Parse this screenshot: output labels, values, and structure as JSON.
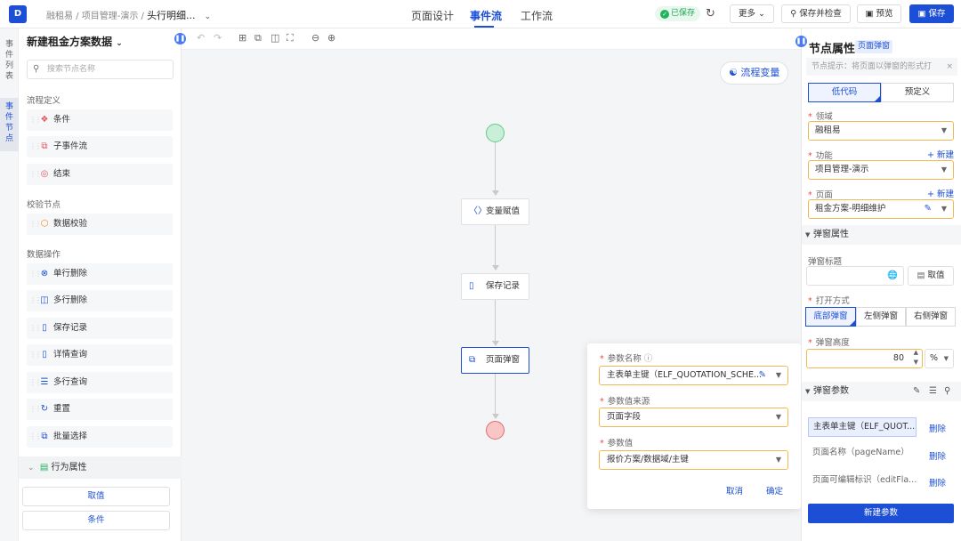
{
  "header": {
    "logo_text": "D",
    "breadcrumb_prefix": "融租易 / 项目管理-演示 / ",
    "breadcrumb_current": "头行明细...",
    "tabs": [
      {
        "label": "页面设计"
      },
      {
        "label": "事件流"
      },
      {
        "label": "工作流"
      }
    ],
    "saved_status": "已保存",
    "more_label": "更多",
    "save_check_label": "保存并检查",
    "preview_label": "预览",
    "save_label": "保存"
  },
  "vertical_tabs": [
    {
      "label": "事件列表"
    },
    {
      "label": "事件节点"
    }
  ],
  "left_panel": {
    "title": "新建租金方案数据",
    "search_placeholder": "搜索节点名称",
    "sections": [
      {
        "label": "流程定义",
        "items": [
          {
            "icon": "branch-icon",
            "label": "条件"
          },
          {
            "icon": "subflow-icon",
            "label": "子事件流"
          },
          {
            "icon": "target-icon",
            "label": "结束"
          }
        ]
      },
      {
        "label": "校验节点",
        "items": [
          {
            "icon": "cube-icon",
            "label": "数据校验"
          }
        ]
      },
      {
        "label": "数据操作",
        "items": [
          {
            "icon": "x-circle-icon",
            "label": "单行删除"
          },
          {
            "icon": "trash-icon",
            "label": "多行删除"
          },
          {
            "icon": "save-file-icon",
            "label": "保存记录"
          },
          {
            "icon": "search-file-icon",
            "label": "详情查询"
          },
          {
            "icon": "list-search-icon",
            "label": "多行查询"
          },
          {
            "icon": "refresh-icon",
            "label": "重置"
          },
          {
            "icon": "copy-icon",
            "label": "批量选择"
          }
        ]
      }
    ],
    "behavior_label": "行为属性",
    "buttons": [
      "取值",
      "条件"
    ]
  },
  "canvas": {
    "flow_var_label": "流程变量",
    "nodes": [
      {
        "label": "变量赋值",
        "icon": "code-icon"
      },
      {
        "label": "保存记录",
        "icon": "save-file-icon"
      },
      {
        "label": "页面弹窗",
        "icon": "popup-icon"
      }
    ]
  },
  "popup": {
    "fields": [
      {
        "label": "参数名称",
        "value": "主表单主键（ELF_QUOTATION_SCHE..."
      },
      {
        "label": "参数值来源",
        "value": "页面字段"
      },
      {
        "label": "参数值",
        "value": "报价方案/数据域/主键"
      }
    ],
    "cancel_label": "取消",
    "confirm_label": "确定"
  },
  "right_panel": {
    "title": "节点属性",
    "badge": "页面弹窗",
    "hint": "节点提示：将页面以弹窗的形式打",
    "mode_tabs": [
      "低代码",
      "预定义"
    ],
    "domain_label": "领域",
    "domain_value": "融租易",
    "function_label": "功能",
    "function_value": "项目管理-演示",
    "page_label": "页面",
    "page_value": "租金方案-明细维护",
    "new_label": "新建",
    "popup_props_label": "弹窗属性",
    "popup_title_label": "弹窗标题",
    "take_value_label": "取值",
    "open_mode_label": "打开方式",
    "open_modes": [
      "底部弹窗",
      "左侧弹窗",
      "右侧弹窗"
    ],
    "height_label": "弹窗高度",
    "height_value": "80",
    "height_unit": "%",
    "params_label": "弹窗参数",
    "params": [
      {
        "label": "主表单主键（ELF_QUOT..."
      },
      {
        "label": "页面名称（pageName）"
      },
      {
        "label": "页面可编辑标识（editFla..."
      }
    ],
    "delete_label": "删除",
    "new_param_label": "新建参数"
  }
}
